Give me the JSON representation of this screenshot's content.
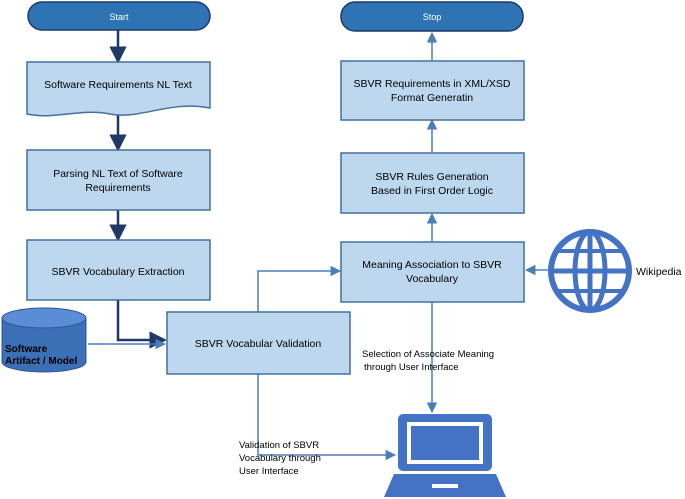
{
  "colors": {
    "terminal_fill": "#2E74B5",
    "terminal_stroke": "#1F3864",
    "process_fill": "#BDD7EE",
    "process_stroke": "#41719C",
    "arrow_dark": "#1F3864",
    "arrow_light": "#4A7EBB",
    "icon_blue": "#4472C4",
    "text": "#000000"
  },
  "flow": {
    "start": "Start",
    "stop": "Stop",
    "nl_text": "Software Requirements NL Text",
    "parsing": [
      "Parsing NL Text of Software",
      "Requirements"
    ],
    "vocab_extraction": "SBVR Vocabulary Extraction",
    "vocab_validation": "SBVR Vocabular Validation",
    "meaning_assoc": [
      "Meaning Association to SBVR",
      "Vocabulary"
    ],
    "rules_generation": [
      "SBVR Rules Generation",
      "Based in First Order Logic"
    ],
    "xml_output": [
      "SBVR Requirements in XML/XSD",
      "Format Generatin"
    ]
  },
  "external": {
    "database": [
      "Software",
      "Artifact / Model"
    ],
    "wikipedia": "Wikipedia"
  },
  "annotations": {
    "selection": [
      "Selection of Associate Meaning",
      "through User Interface"
    ],
    "validation": [
      "Validation of SBVR",
      "Vocabulary through",
      "User Interface"
    ]
  },
  "icons": {
    "database": "database-icon",
    "globe": "globe-icon",
    "laptop": "laptop-icon"
  }
}
